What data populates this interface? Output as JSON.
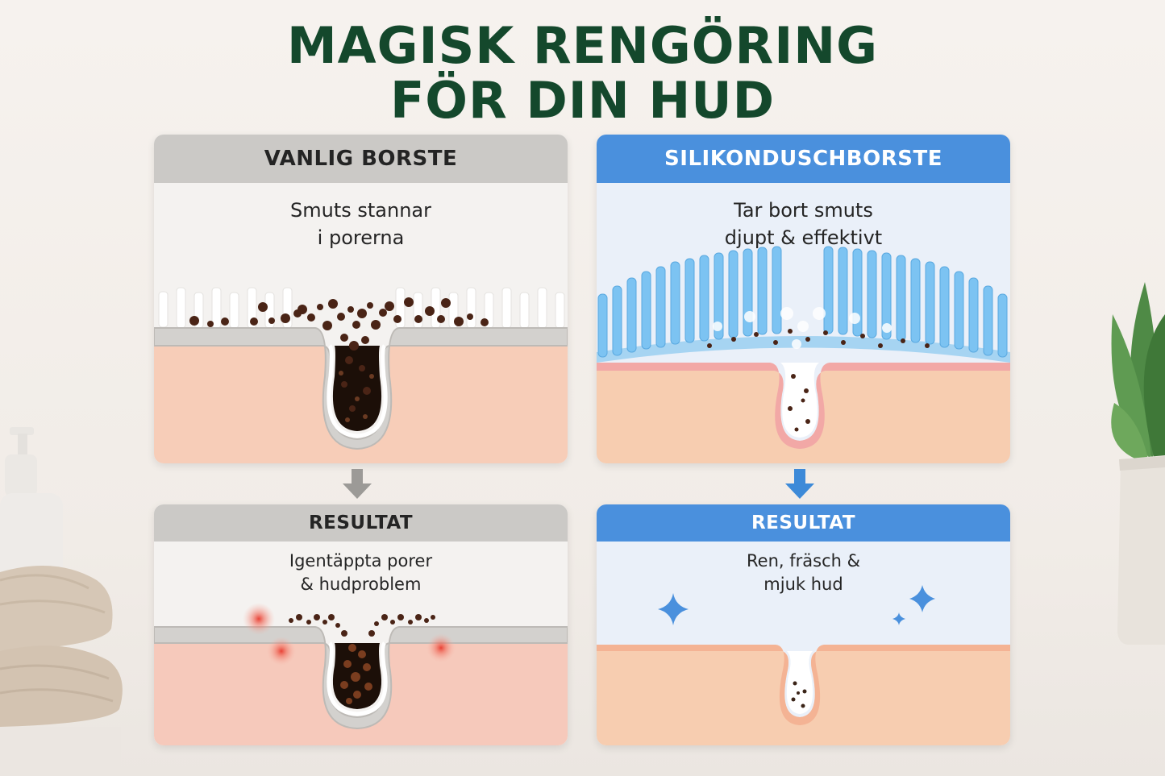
{
  "title": {
    "line1": "MAGISK RENGÖRING",
    "line2": "FÖR DIN HUD"
  },
  "panels": {
    "regular": {
      "header": "VANLIG BORSTE",
      "caption_line1": "Smuts stannar",
      "caption_line2": "i porerna"
    },
    "silicone": {
      "header": "SILIKONDUSCHBORSTE",
      "caption_line1": "Tar bort smuts",
      "caption_line2": "djupt & effektivt"
    },
    "regular_result": {
      "header": "RESULTAT",
      "caption_line1": "Igentäppta porer",
      "caption_line2": "& hudproblem"
    },
    "silicone_result": {
      "header": "RESULTAT",
      "caption_line1": "Ren, fräsch &",
      "caption_line2": "mjuk hud"
    }
  },
  "colors": {
    "title": "#14482c",
    "gray_header": "#cbc9c6",
    "blue_header": "#4a90dd",
    "skin": "#f7cdb8",
    "bristle_blue": "#7cc3f2",
    "dirt": "#4a2416"
  },
  "icons": {
    "arrow_left": "arrow-down-icon",
    "arrow_right": "arrow-down-icon",
    "sparkle": "sparkle-icon"
  }
}
